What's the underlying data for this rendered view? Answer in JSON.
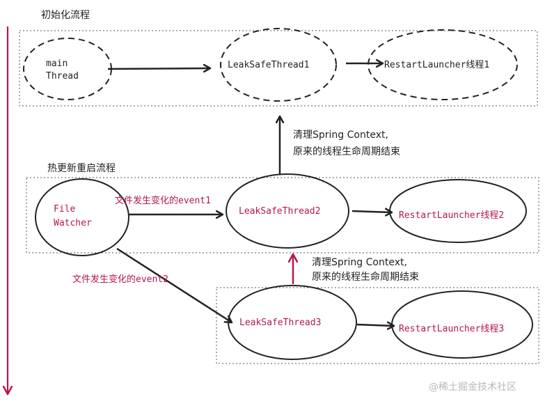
{
  "sections": {
    "init_title": "初始化流程",
    "hot_restart_title": "热更新重启流程"
  },
  "nodes": {
    "main_thread_line1": "main",
    "main_thread_line2": "Thread",
    "leak_safe_thread1": "LeakSafeThread1",
    "restart_launcher1": "RestartLauncher线程1",
    "file_watcher_line1": "File",
    "file_watcher_line2": "Watcher",
    "leak_safe_thread2": "LeakSafeThread2",
    "restart_launcher2": "RestartLauncher线程2",
    "leak_safe_thread3": "LeakSafeThread3",
    "restart_launcher3": "RestartLauncher线程3"
  },
  "notes": {
    "clean_context_line1": "清理Spring Context,",
    "clean_context_line2": "原来的线程生命周期结束",
    "clean_context2_line1": "清理Spring Context,",
    "clean_context2_line2": "原来的线程生命周期结束"
  },
  "events": {
    "event1": "文件发生变化的event1",
    "event2": "文件发生变化的event2"
  },
  "watermark": "@稀土掘金技术社区",
  "colors": {
    "ink": "#222222",
    "accent": "#b5174a",
    "watermark": "#b8b8b8"
  }
}
